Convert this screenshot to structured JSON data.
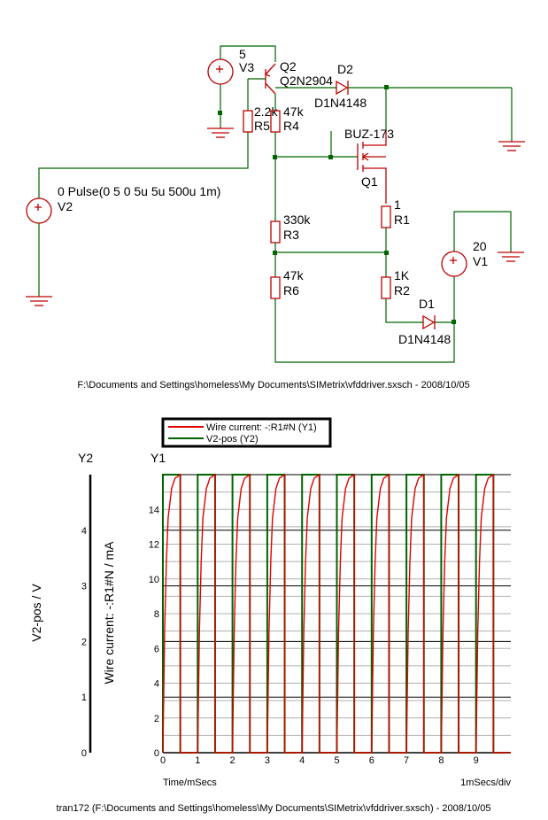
{
  "schematic": {
    "components": {
      "v3": {
        "name": "V3",
        "value": "5"
      },
      "q2": {
        "name": "Q2",
        "model": "Q2N2904"
      },
      "d2": {
        "name": "D2",
        "model": "D1N4148"
      },
      "r5": {
        "name": "R5",
        "value": "2.2k"
      },
      "r4": {
        "name": "R4",
        "value": "47k"
      },
      "q1": {
        "name": "Q1",
        "model": "BUZ-173"
      },
      "v2": {
        "name": "V2",
        "value": "0 Pulse(0 5 0 5u 5u 500u 1m)"
      },
      "r3": {
        "name": "R3",
        "value": "330k"
      },
      "r1": {
        "name": "R1",
        "value": "1"
      },
      "v1": {
        "name": "V1",
        "value": "20"
      },
      "r6": {
        "name": "R6",
        "value": "47k"
      },
      "r2": {
        "name": "R2",
        "value": "1K"
      },
      "d1": {
        "name": "D1",
        "model": "D1N4148"
      }
    },
    "caption": "F:\\Documents and Settings\\homeless\\My Documents\\SIMetrix\\vfddriver.sxsch - 2008/10/05"
  },
  "plot": {
    "legend": [
      {
        "label": "Wire current: -:R1#N (Y1)",
        "color": "#e00000"
      },
      {
        "label": "V2-pos (Y2)",
        "color": "#006400"
      }
    ],
    "y2_header": "Y2",
    "y1_header": "Y1",
    "y2_axis_label": "V2-pos / V",
    "y1_axis_label": "Wire current: -:R1#N / mA",
    "x_axis_label": "Time/mSecs",
    "x_div_label": "1mSecs/div",
    "caption": "tran172 (F:\\Documents and Settings\\homeless\\My Documents\\SIMetrix\\vfddriver.sxsch) - 2008/10/05"
  },
  "chart_data": {
    "type": "line",
    "x_unit": "ms",
    "xlim": [
      0,
      10
    ],
    "x_ticks": [
      "0",
      "1",
      "2",
      "3",
      "4",
      "5",
      "6",
      "7",
      "8",
      "9"
    ],
    "y1": {
      "label": "Wire current: -:R1#N / mA",
      "ylim": [
        0,
        16
      ],
      "ticks": [
        "0",
        "2",
        "4",
        "6",
        "8",
        "10",
        "12",
        "14"
      ]
    },
    "y2": {
      "label": "V2-pos / V",
      "ylim": [
        0,
        5
      ],
      "ticks": [
        "0",
        "1",
        "2",
        "3",
        "4"
      ]
    },
    "grid": true,
    "legend_position": "top",
    "series": [
      {
        "name": "V2-pos (Y2)",
        "axis": "y2",
        "color": "#006400",
        "pulse": {
          "low": 0,
          "high": 5,
          "period_ms": 1,
          "width_ms": 0.5,
          "cycles": 10
        }
      },
      {
        "name": "Wire current: -:R1#N (Y1)",
        "axis": "y1",
        "color": "#e00000",
        "rise_shape": [
          [
            0,
            0
          ],
          [
            0.05,
            7
          ],
          [
            0.1,
            11
          ],
          [
            0.15,
            13.5
          ],
          [
            0.25,
            15.2
          ],
          [
            0.35,
            15.8
          ],
          [
            0.5,
            16
          ]
        ],
        "peak_mA": 16,
        "off_mA": 0,
        "period_ms": 1
      }
    ]
  }
}
